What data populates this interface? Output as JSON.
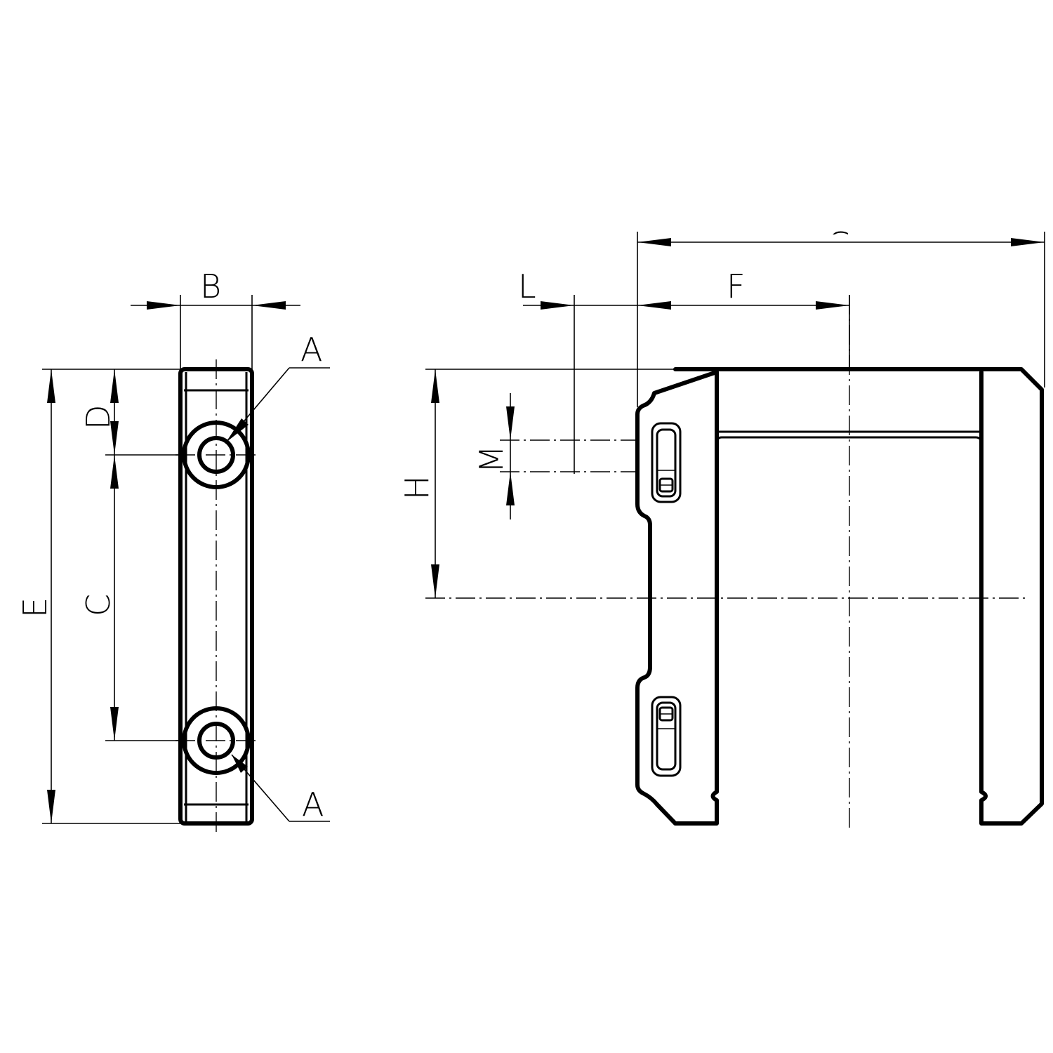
{
  "labels": {
    "A": "A",
    "B": "B",
    "C": "C",
    "D": "D",
    "E": "E",
    "F": "F",
    "G": "G",
    "H": "H",
    "L": "L",
    "M": "M"
  }
}
